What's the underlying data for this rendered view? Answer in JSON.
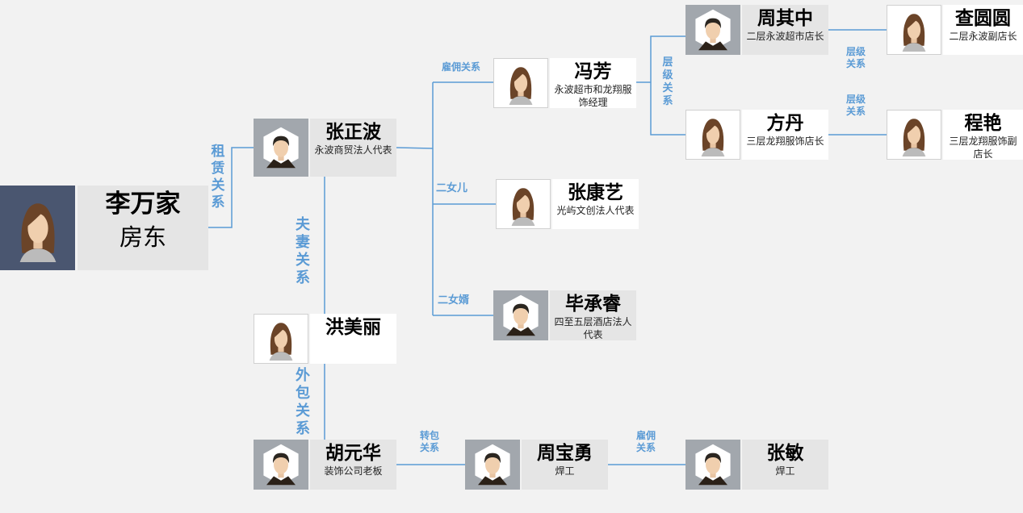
{
  "colors": {
    "line": "#5b9bd5",
    "label": "#5b9bd5",
    "root_photo_bg": "#4a5670"
  },
  "people": {
    "li": {
      "name": "李万家",
      "role": "房东",
      "avatar": "female-avatar"
    },
    "zhang_zb": {
      "name": "张正波",
      "role": "永波商贸法人代表",
      "avatar": "male-avatar"
    },
    "feng": {
      "name": "冯芳",
      "role": "永波超市和龙翔服饰经理",
      "avatar": "female-avatar"
    },
    "zhou_qz": {
      "name": "周其中",
      "role": "二层永波超市店长",
      "avatar": "male-avatar"
    },
    "zha": {
      "name": "查圆圆",
      "role": "二层永波副店长",
      "avatar": "female-avatar"
    },
    "fang": {
      "name": "方丹",
      "role": "三层龙翔服饰店长",
      "avatar": "female-avatar"
    },
    "cheng": {
      "name": "程艳",
      "role": "三层龙翔服饰副店长",
      "avatar": "female-avatar"
    },
    "zhang_ky": {
      "name": "张康艺",
      "role": "光屿文创法人代表",
      "avatar": "female-avatar"
    },
    "bi": {
      "name": "毕承睿",
      "role": "四至五层酒店法人代表",
      "avatar": "male-avatar"
    },
    "hong": {
      "name": "洪美丽",
      "role": "",
      "avatar": "female-avatar"
    },
    "hu": {
      "name": "胡元华",
      "role": "装饰公司老板",
      "avatar": "male-avatar"
    },
    "zhou_by": {
      "name": "周宝勇",
      "role": "焊工",
      "avatar": "male-avatar"
    },
    "zhang_m": {
      "name": "张敏",
      "role": "焊工",
      "avatar": "male-avatar"
    }
  },
  "relations": {
    "lease": "租赁关系",
    "employ1": "雇佣关系",
    "level1": "层级关系",
    "level2": "层级关系",
    "level3": "层级关系",
    "daughter": "二女儿",
    "soninlaw": "二女婿",
    "spouse": "夫妻关系",
    "outsource": "外包关系",
    "subcontract": "转包关系",
    "employ2": "雇佣关系"
  }
}
